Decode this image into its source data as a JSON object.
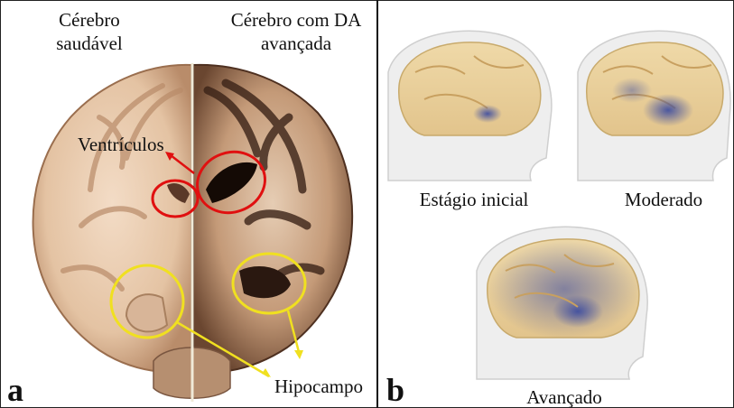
{
  "panel_a": {
    "letter": "a",
    "healthy_label_line1": "Cérebro",
    "healthy_label_line2": "saudável",
    "ad_label_line1": "Cérebro com DA",
    "ad_label_line2": "avançada",
    "ventricles_label": "Ventrículos",
    "hippocampus_label": "Hipocampo"
  },
  "panel_b": {
    "letter": "b",
    "stages": [
      {
        "label": "Estágio inicial"
      },
      {
        "label": "Moderado"
      },
      {
        "label": "Avançado"
      }
    ]
  },
  "colors": {
    "ventricle_circle": "#e01010",
    "hippocampus_circle": "#f0e020",
    "brain_tissue": "#e8c9a8",
    "atrophy_blue": "#3a4aa0"
  }
}
